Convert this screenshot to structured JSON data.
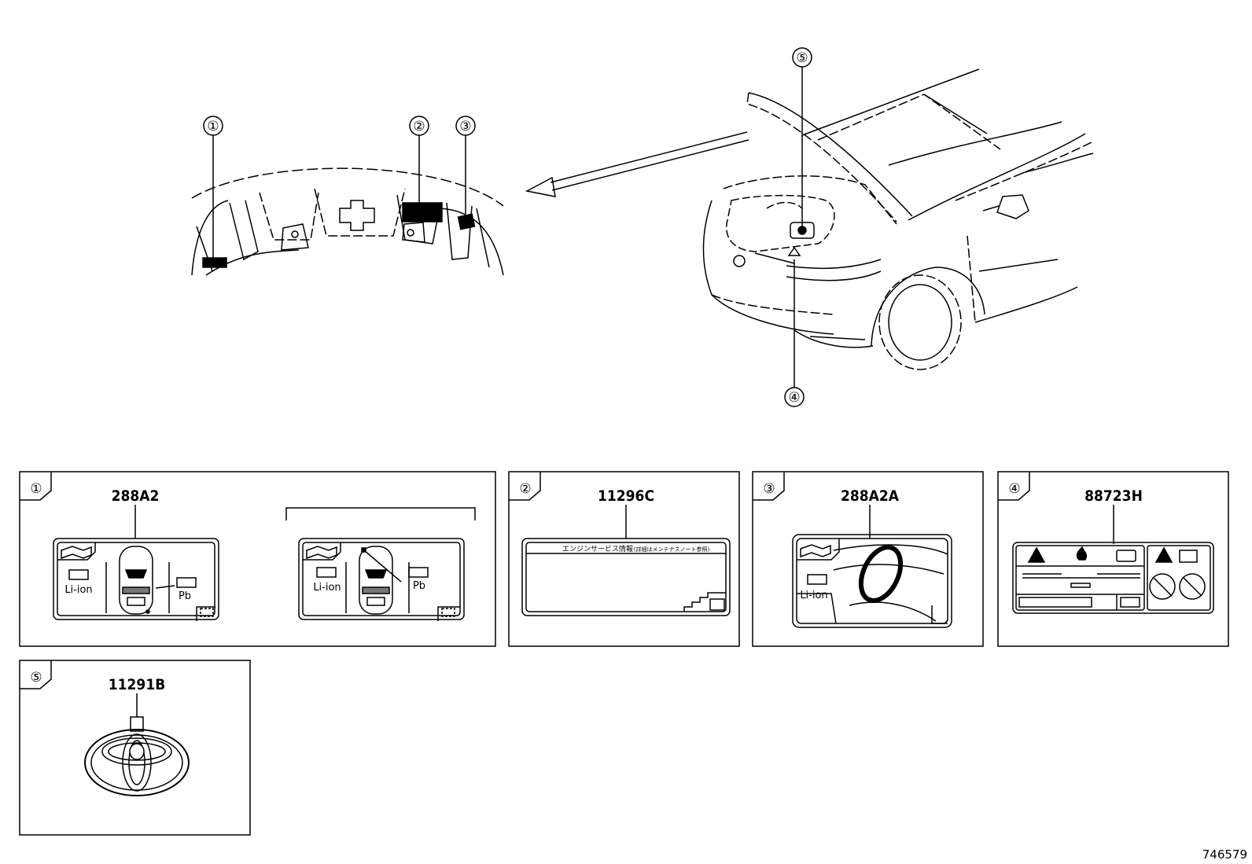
{
  "callouts": [
    "①",
    "②",
    "③",
    "④",
    "⑤"
  ],
  "parts": [
    {
      "id": "1",
      "part_number": "288A2",
      "labels": [
        "Li-ion",
        "Pb",
        "Li-ion",
        "Pb"
      ]
    },
    {
      "id": "2",
      "part_number": "11296C",
      "label_text": "エンジンサービス情報",
      "label_subtext": "(詳細はメンテナスノート参照)"
    },
    {
      "id": "3",
      "part_number": "288A2A",
      "labels": [
        "Li-ion"
      ]
    },
    {
      "id": "4",
      "part_number": "88723H"
    },
    {
      "id": "5",
      "part_number": "11291B"
    }
  ],
  "diagram_id": "746579"
}
